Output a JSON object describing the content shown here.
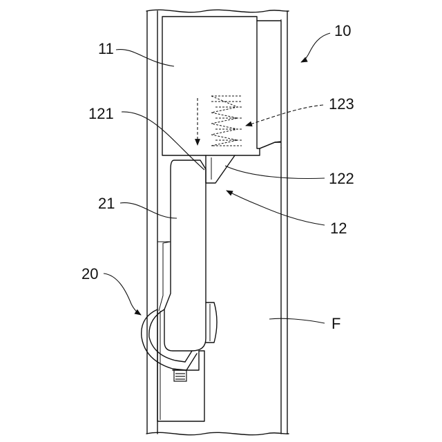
{
  "labels": {
    "l10": "10",
    "l11": "11",
    "l121": "121",
    "l123": "123",
    "l122": "122",
    "l12": "12",
    "l21": "21",
    "l20": "20",
    "lF": "F"
  }
}
